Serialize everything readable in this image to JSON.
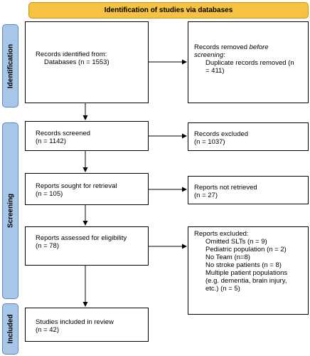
{
  "header": "Identification of studies via databases",
  "phases": {
    "identification": "Identification",
    "screening": "Screening",
    "included": "Included"
  },
  "identified": {
    "line1": "Records identified from:",
    "line2": "Databases (n = 1553)"
  },
  "removed": {
    "line1_prefix": "Records removed ",
    "line1_em": "before",
    "line2_em": "screening",
    "line2_suffix": ":",
    "line3": "Duplicate records removed (n",
    "line4": "= 411)"
  },
  "screened": {
    "line1": "Records screened",
    "line2": "(n = 1142)"
  },
  "excluded": {
    "line1": "Records excluded",
    "line2": "(n = 1037)"
  },
  "sought": {
    "line1": "Reports sought for retrieval",
    "line2": "(n = 105)"
  },
  "not_retrieved": {
    "line1": "Reports not retrieved",
    "line2": "(n = 27)"
  },
  "assessed": {
    "line1": "Reports assessed for eligibility",
    "line2": "(n = 78)"
  },
  "reports_excluded": {
    "title": "Reports excluded:",
    "items": [
      "Omitted SLTs (n = 9)",
      "Pediatric population (n = 2)",
      "No Team (n=8)",
      "No stroke patients  (n = 8)",
      "Multiple patient populations",
      "(e.g. dementia, brain injury,",
      "etc.) (n = 5)"
    ]
  },
  "included_studies": {
    "line1": "Studies included in review",
    "line2": "(n = 42)"
  }
}
